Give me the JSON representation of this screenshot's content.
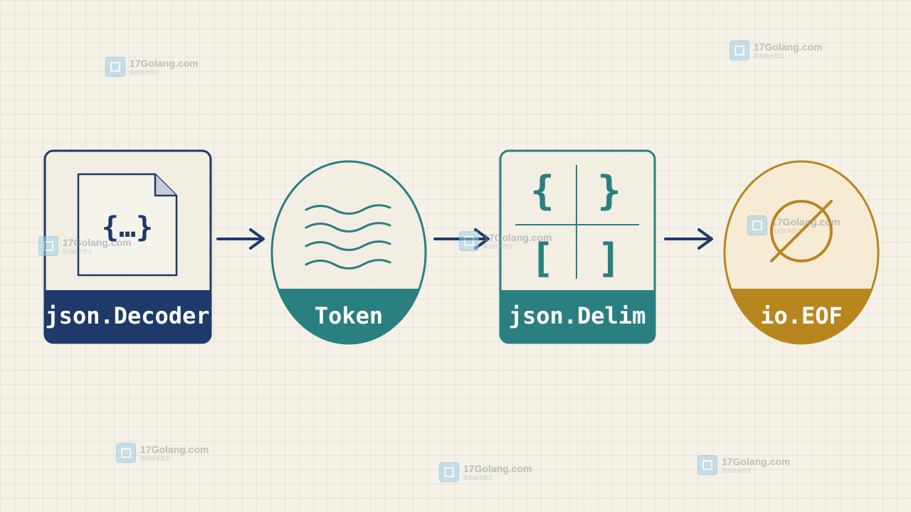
{
  "nodes": [
    {
      "id": "decoder",
      "label": "json.Decoder",
      "color": "#1e3a6b",
      "icon": "json-document-icon",
      "icon_text": "{…}"
    },
    {
      "id": "token",
      "label": "Token",
      "color": "#2a7f80",
      "icon": "stream-waves-icon"
    },
    {
      "id": "delim",
      "label": "json.Delim",
      "color": "#2a7f80",
      "icon": "delimiter-grid-icon",
      "glyphs": [
        "{",
        "}",
        "[",
        "]"
      ]
    },
    {
      "id": "eof",
      "label": "io.EOF",
      "color": "#b8861f",
      "icon": "empty-set-icon"
    }
  ],
  "edges": [
    {
      "from": "decoder",
      "to": "token",
      "color": "#1e3a6b"
    },
    {
      "from": "token",
      "to": "delim",
      "color": "#1e3a6b"
    },
    {
      "from": "delim",
      "to": "eof",
      "color": "#1e3a6b"
    }
  ],
  "watermark": {
    "title": "17Golang.com",
    "subtitle": "原创技术图文"
  }
}
